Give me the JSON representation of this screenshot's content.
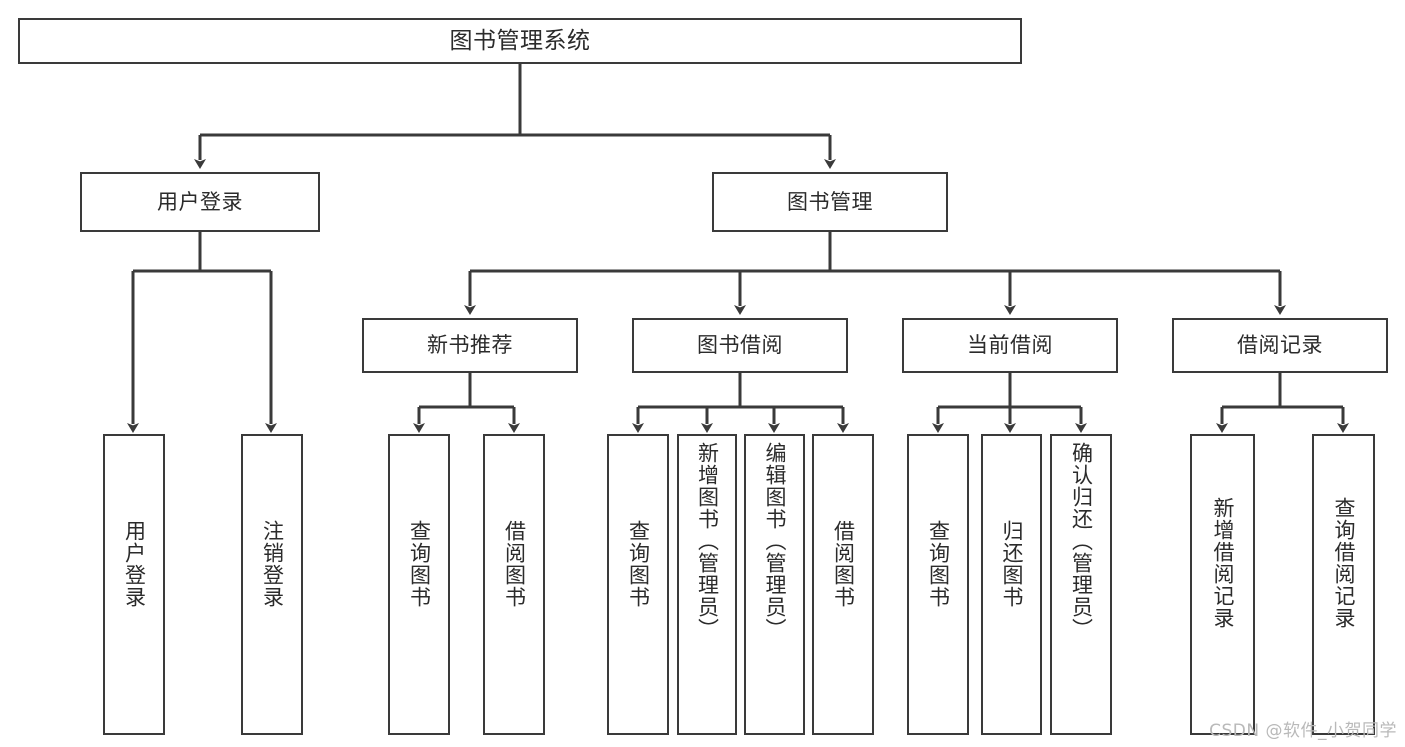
{
  "diagram": {
    "title_node": {
      "label": "图书管理系统"
    },
    "level2": [
      {
        "id": "user-login",
        "label": "用户登录"
      },
      {
        "id": "book-management",
        "label": "图书管理"
      }
    ],
    "level3": [
      {
        "id": "new-book-recommend",
        "label": "新书推荐"
      },
      {
        "id": "book-borrow",
        "label": "图书借阅"
      },
      {
        "id": "current-borrow",
        "label": "当前借阅"
      },
      {
        "id": "borrow-record",
        "label": "借阅记录"
      }
    ],
    "leaves": {
      "user_login": [
        {
          "id": "leaf-user-login",
          "label": "用户登录"
        },
        {
          "id": "leaf-logout-login",
          "label": "注销登录"
        }
      ],
      "new_book_recommend": [
        {
          "id": "leaf-query-book-1",
          "label": "查询图书"
        },
        {
          "id": "leaf-borrow-book-1",
          "label": "借阅图书"
        }
      ],
      "book_borrow": [
        {
          "id": "leaf-query-book-2",
          "label": "查询图书"
        },
        {
          "id": "leaf-add-book",
          "label": "新增图书（管理员）"
        },
        {
          "id": "leaf-edit-book",
          "label": "编辑图书（管理员）"
        },
        {
          "id": "leaf-borrow-book-2",
          "label": "借阅图书"
        }
      ],
      "current_borrow": [
        {
          "id": "leaf-query-book-3",
          "label": "查询图书"
        },
        {
          "id": "leaf-return-book",
          "label": "归还图书"
        },
        {
          "id": "leaf-confirm-return",
          "label": "确认归还（管理员）"
        }
      ],
      "borrow_record": [
        {
          "id": "leaf-add-record",
          "label": "新增借阅记录"
        },
        {
          "id": "leaf-query-record",
          "label": "查询借阅记录"
        }
      ]
    }
  },
  "watermark": {
    "text": "CSDN @软件_小贺同学"
  },
  "colors": {
    "stroke": "#3a3a3a",
    "background": "#ffffff",
    "text": "#2b2b2b",
    "watermark": "#b9b9b9"
  }
}
